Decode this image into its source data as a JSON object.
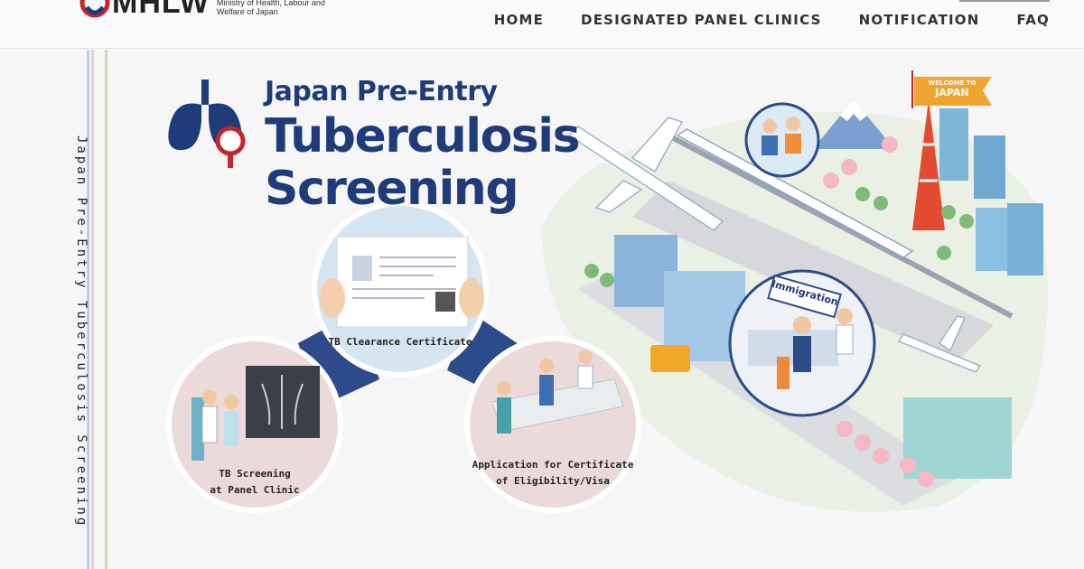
{
  "header": {
    "logo_text": "MHLW",
    "logo_subtitle": "Ministry of Health, Labour and Welfare of Japan",
    "nav": [
      {
        "label": "HOME"
      },
      {
        "label": "DESIGNATED PANEL CLINICS"
      },
      {
        "label": "NOTIFICATION"
      },
      {
        "label": "FAQ"
      }
    ]
  },
  "vertical_title": "Japan Pre-Entry Tuberculosis Screening",
  "hero": {
    "line1": "Japan Pre-Entry",
    "line2": "Tuberculosis",
    "line3": "Screening"
  },
  "steps": [
    {
      "caption_l1": "TB Clearance Certificate",
      "caption_l2": ""
    },
    {
      "caption_l1": "TB Screening",
      "caption_l2": "at Panel Clinic"
    },
    {
      "caption_l1": "Application for Certificate",
      "caption_l2": "of Eligibility/Visa"
    }
  ],
  "illustration": {
    "flag_l1": "WELCOME TO",
    "flag_l2": "JAPAN",
    "immigration_sign": "Immigration"
  },
  "colors": {
    "brand_navy": "#1f3b7a",
    "logo_red": "#c8242b",
    "circle_blue": "#cfe2f0",
    "circle_pink": "#ecdada",
    "connector_navy": "#2d4a8a",
    "flag_orange": "#f0a530"
  }
}
